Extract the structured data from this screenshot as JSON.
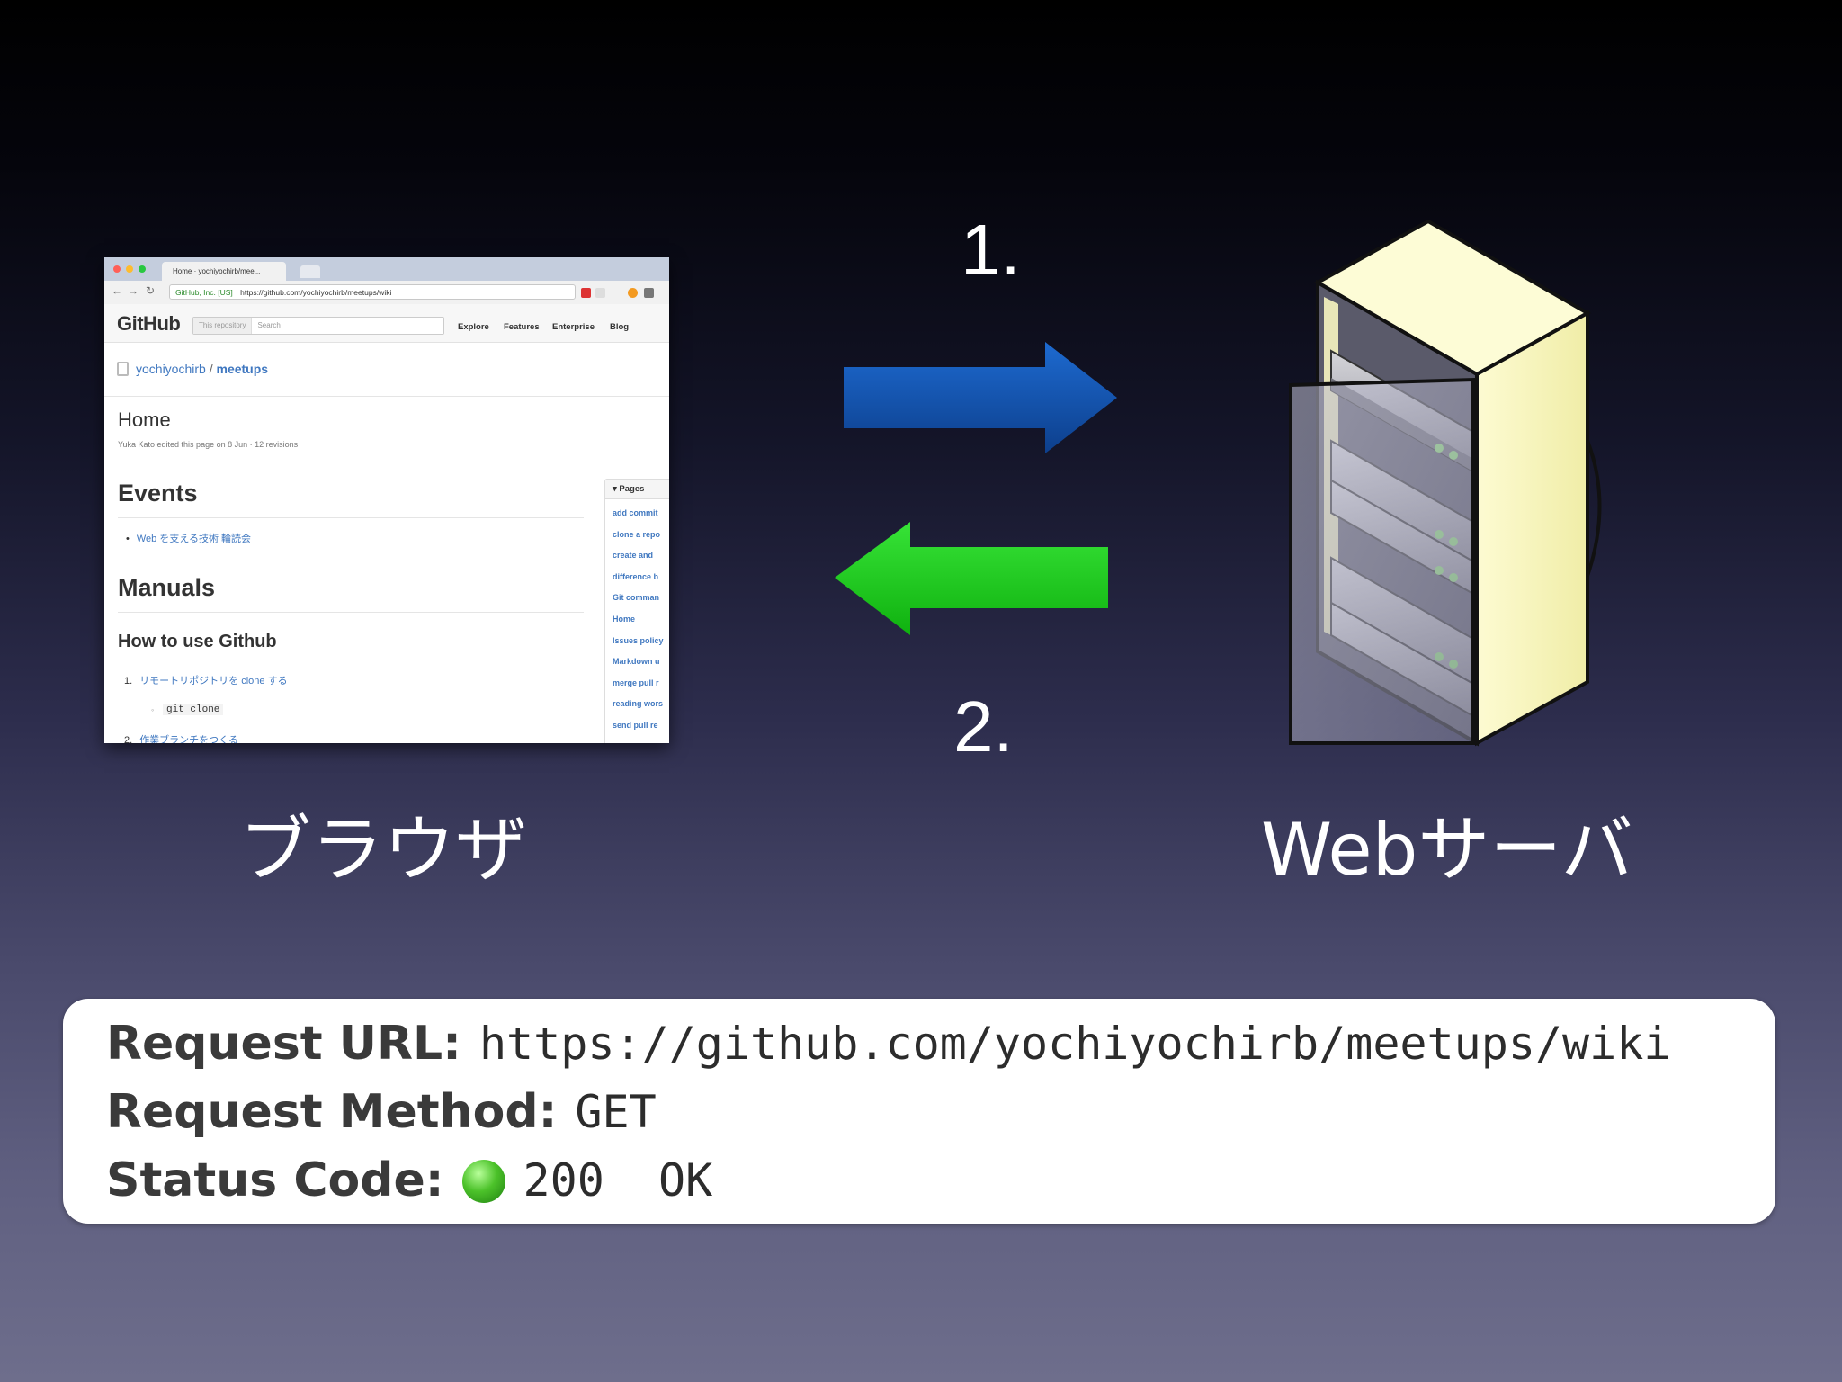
{
  "browser": {
    "tab_title": "Home · yochiyochirb/mee...",
    "ev_badge": "GitHub, Inc. [US]",
    "url": "https://github.com/yochiyochirb/meetups/wiki",
    "logo": "GitHub",
    "search_scope": "This repository",
    "search_placeholder": "Search",
    "nav": [
      "Explore",
      "Features",
      "Enterprise",
      "Blog"
    ],
    "repo_owner": "yochiyochirb",
    "repo_sep": " / ",
    "repo_name": "meetups",
    "page_title": "Home",
    "page_meta": "Yuka Kato edited this page on 8 Jun · 12 revisions",
    "events_heading": "Events",
    "events_item": "Web を支える技術 輪読会",
    "manuals_heading": "Manuals",
    "howto_heading": "How to use Github",
    "step1": "リモートリポジトリを clone する",
    "step1_code": "git clone",
    "step2": "作業ブランチをつくる",
    "sidebar_title": "Pages",
    "sidebar_items": [
      "add commit",
      "clone a repo",
      "create and",
      "difference b",
      "Git comman",
      "Home",
      "Issues policy",
      "Markdown u",
      "merge pull r",
      "reading wors",
      "send pull re"
    ]
  },
  "diagram": {
    "step_request": "1.",
    "step_response": "2.",
    "request_arrow_color": "#1a5fb8",
    "response_arrow_color": "#1ed01e",
    "browser_label": "ブラウザ",
    "server_label": "Webサーバ"
  },
  "http": {
    "url_key": "Request URL:",
    "url_value": "https://github.com/yochiyochirb/meetups/wiki",
    "method_key": "Request Method:",
    "method_value": "GET",
    "status_key": "Status Code:",
    "status_value": "200  OK",
    "status_color": "#4cc22a"
  }
}
